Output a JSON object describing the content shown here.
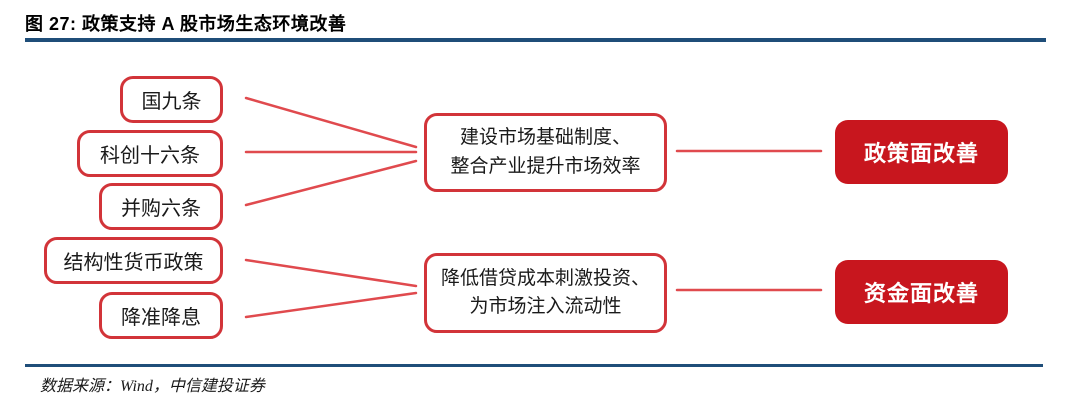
{
  "figure": {
    "title": "图 27: 政策支持 A 股市场生态环境改善",
    "source": "数据来源：Wind，中信建投证券"
  },
  "nodes": {
    "policy_measures": [
      {
        "label": "国九条"
      },
      {
        "label": "科创十六条"
      },
      {
        "label": "并购六条"
      }
    ],
    "monetary_measures": [
      {
        "label": "结构性货币政策"
      },
      {
        "label": "降准降息"
      }
    ],
    "policy_effect": {
      "line1": "建设市场基础制度、",
      "line2": "整合产业提升市场效率"
    },
    "monetary_effect": {
      "line1": "降低借贷成本刺激投资、",
      "line2": "为市场注入流动性"
    },
    "policy_outcome": "政策面改善",
    "monetary_outcome": "资金面改善"
  },
  "edges": [
    {
      "from": "国九条",
      "to": "建设市场基础制度、整合产业提升市场效率"
    },
    {
      "from": "科创十六条",
      "to": "建设市场基础制度、整合产业提升市场效率"
    },
    {
      "from": "并购六条",
      "to": "建设市场基础制度、整合产业提升市场效率"
    },
    {
      "from": "结构性货币政策",
      "to": "降低借贷成本刺激投资、为市场注入流动性"
    },
    {
      "from": "降准降息",
      "to": "降低借贷成本刺激投资、为市场注入流动性"
    },
    {
      "from": "建设市场基础制度、整合产业提升市场效率",
      "to": "政策面改善"
    },
    {
      "from": "降低借贷成本刺激投资、为市场注入流动性",
      "to": "资金面改善"
    }
  ],
  "colors": {
    "title_rule_blue": "#1F4E79",
    "node_outline_red": "#D23439",
    "connector_red": "#E04A4E",
    "outcome_fill_red": "#C8161E",
    "outcome_text": "#FFFFFF"
  }
}
